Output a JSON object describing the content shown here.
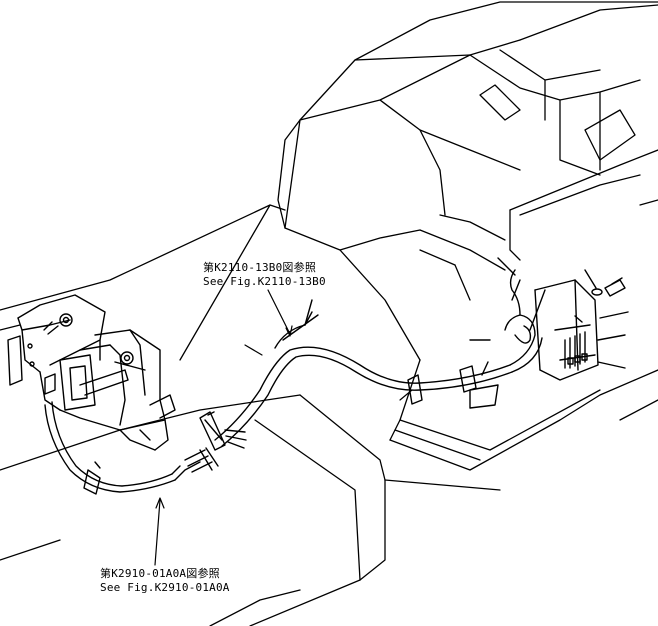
{
  "references": {
    "upper": {
      "jp": "第K2110-13B0図参照",
      "en": "See Fig.K2110-13B0"
    },
    "lower": {
      "jp": "第K2910-01A0A図参照",
      "en": "See Fig.K2910-01A0A"
    }
  },
  "colors": {
    "ink": "#000000",
    "paper": "#ffffff"
  }
}
